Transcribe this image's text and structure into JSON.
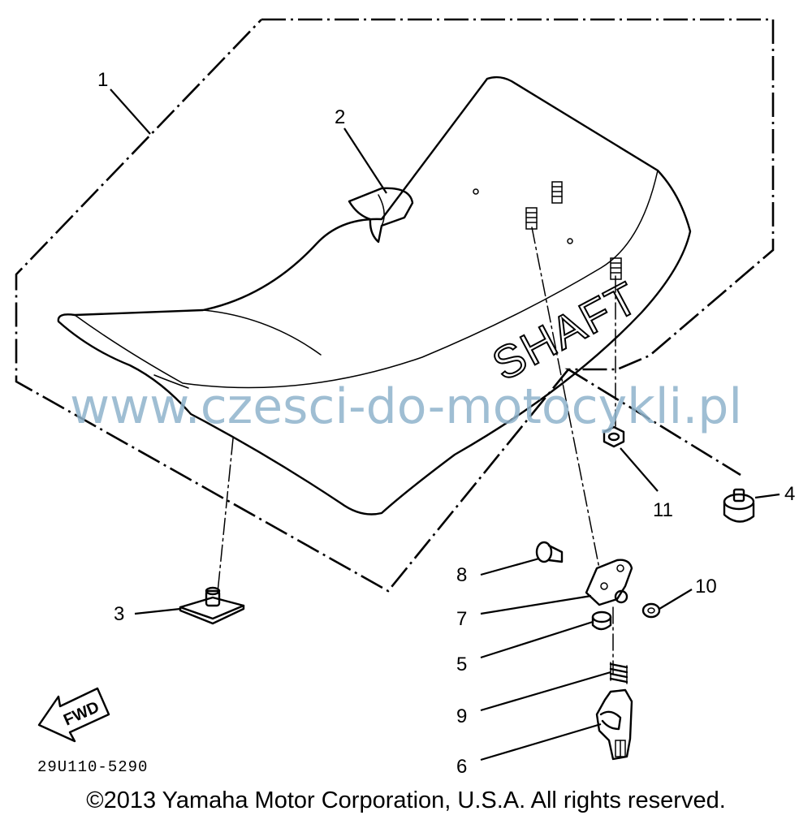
{
  "diagram": {
    "callouts": [
      "1",
      "2",
      "3",
      "4",
      "5",
      "6",
      "7",
      "8",
      "9",
      "10",
      "11"
    ],
    "seat_lettering": "SHAFT",
    "fwd_label": "FWD",
    "part_code": "29U110-5290"
  },
  "watermark": "www.czesci-do-motocykli.pl",
  "copyright": "©2013 Yamaha Motor Corporation, U.S.A. All rights reserved."
}
